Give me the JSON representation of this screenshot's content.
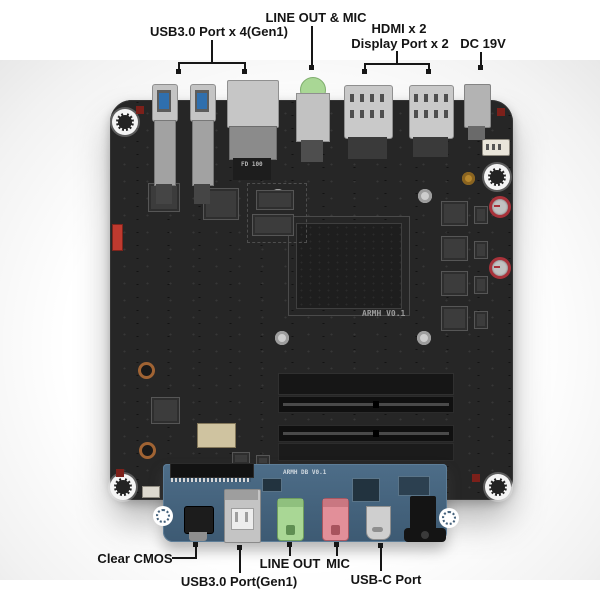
{
  "annotations": {
    "top": [
      {
        "label": "USB3.0 Port x 4(Gen1)"
      },
      {
        "label": "LINE OUT & MIC"
      },
      {
        "label": "HDMI x 2",
        "label2": "Display Port x 2"
      },
      {
        "label": "DC 19V"
      }
    ],
    "bottom": [
      {
        "label": "Clear CMOS"
      },
      {
        "label": "USB3.0 Port(Gen1)"
      },
      {
        "label": "LINE OUT"
      },
      {
        "label": "MIC"
      },
      {
        "label": "USB-C Port"
      }
    ]
  },
  "silkscreen": {
    "main_board": "ARMH V0.1",
    "daughter_board": "ARMH DB V0.1",
    "lan_led": "FD 100"
  },
  "colors": {
    "board": "#262626",
    "daughter_board": "#44617b",
    "line_out_jack": "#a9d795",
    "mic_jack": "#e28f99",
    "usb_tongue_blue": "#2f6fae",
    "annotation": "#161616"
  }
}
